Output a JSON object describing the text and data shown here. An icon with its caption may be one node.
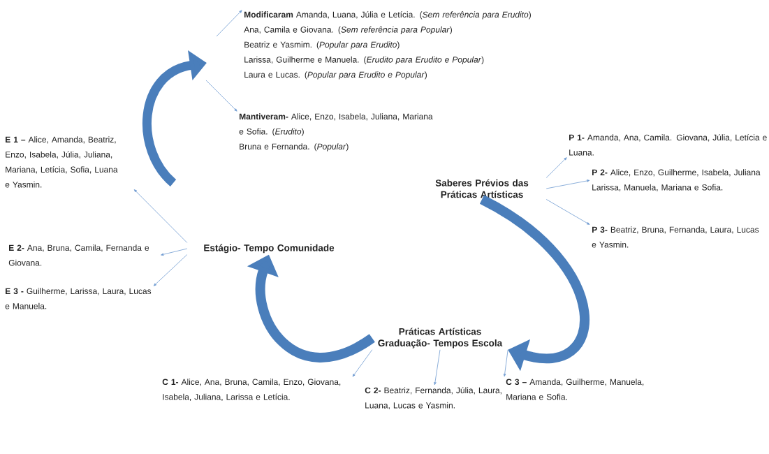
{
  "diagram": {
    "nodes": [
      {
        "text": [
          "**Modificaram** Amanda, Luana, Júlia e Letícia. (*Sem referência para Erudito*)",
          "Ana, Camila e Giovana. (*Sem referência para Popular*)",
          "Beatriz e Yasmim. (*Popular para Erudito*)",
          "Larissa, Guilherme e Manuela. (*Erudito para Erudito e Popular*)",
          "Laura e Lucas. (*Popular para Erudito e Popular*)"
        ]
      },
      {
        "text": [
          "**Mantiveram-** Alice, Enzo, Isabela, Juliana, Mariana e Sofia. (*Erudito*)",
          "Bruna e Fernanda. (*Popular*)"
        ]
      },
      {
        "text": [
          "**E 1 –** Alice, Amanda, Beatriz, Enzo, Isabela, Júlia, Juliana, Mariana, Letícia, Sofia, Luana e Yasmin."
        ]
      },
      {
        "text": [
          "Estágio- Tempo Comunidade"
        ]
      },
      {
        "text": [
          "**E 2-** Ana, Bruna, Camila, Fernanda e Giovana."
        ]
      },
      {
        "text": [
          "**E 3 -** Guilherme, Larissa, Laura, Lucas e Manuela."
        ]
      },
      {
        "text": [
          "Saberes Prévios das Práticas Artísticas"
        ]
      },
      {
        "text": [
          "**P 1-** Amanda, Ana, Camila. Giovana, Júlia, Letícia e Luana."
        ]
      },
      {
        "text": [
          "**P 2-** Alice, Enzo, Guilherme, Isabela, Juliana Larissa, Manuela, Mariana e Sofia."
        ]
      },
      {
        "text": [
          "**P 3-** Beatriz, Bruna, Fernanda, Laura, Lucas e Yasmin."
        ]
      },
      {
        "text": [
          "Práticas Artísticas Graduação- Tempos Escola"
        ]
      },
      {
        "text": [
          "**C 1-** Alice, Ana, Bruna, Camila, Enzo, Giovana, Isabela, Juliana, Larissa e Letícia."
        ]
      },
      {
        "text": [
          "**C 2-** Beatriz, Fernanda, Júlia, Laura, Luana, Lucas e Yasmin."
        ]
      },
      {
        "text": [
          "**C 3 –** Amanda, Guilherme, Manuela, Mariana e Sofia."
        ]
      }
    ],
    "edges": [
      {
        "from": null,
        "to": 0,
        "arrow": "to"
      },
      {
        "from": null,
        "to": 1,
        "arrow": "to"
      },
      {
        "from": 3,
        "to": 2,
        "arrow": "to"
      },
      {
        "from": 3,
        "to": 4,
        "arrow": "to"
      },
      {
        "from": 3,
        "to": 5,
        "arrow": "to"
      },
      {
        "from": 6,
        "to": 7,
        "arrow": "to"
      },
      {
        "from": 6,
        "to": 8,
        "arrow": "to"
      },
      {
        "from": 6,
        "to": 9,
        "arrow": "to"
      },
      {
        "from": 10,
        "to": 11,
        "arrow": "to"
      },
      {
        "from": 10,
        "to": 12,
        "arrow": "to"
      },
      {
        "from": 10,
        "to": 13,
        "arrow": "to"
      },
      {
        "from": 6,
        "to": 10,
        "arrow": "to",
        "style": "thick",
        "color": "#4a7ebb"
      },
      {
        "from": 10,
        "to": 3,
        "arrow": "to",
        "style": "thick",
        "color": "#4a7ebb"
      }
    ]
  }
}
